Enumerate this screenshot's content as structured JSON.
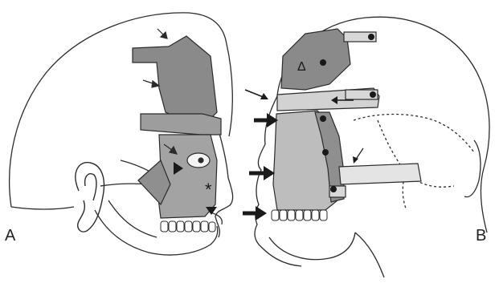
{
  "panels": [
    {
      "label": "A"
    },
    {
      "label": "B"
    }
  ],
  "markers": {
    "asterisk": "*",
    "delta": "Δ"
  },
  "colors": {
    "background": "#ffffff",
    "line": "#2b2b2b",
    "dark_graft": "#8a8a8a",
    "medium_graft": "#a9a9a9",
    "light_graft": "#c8c8c8",
    "face_fill": "#bdbdbd"
  }
}
